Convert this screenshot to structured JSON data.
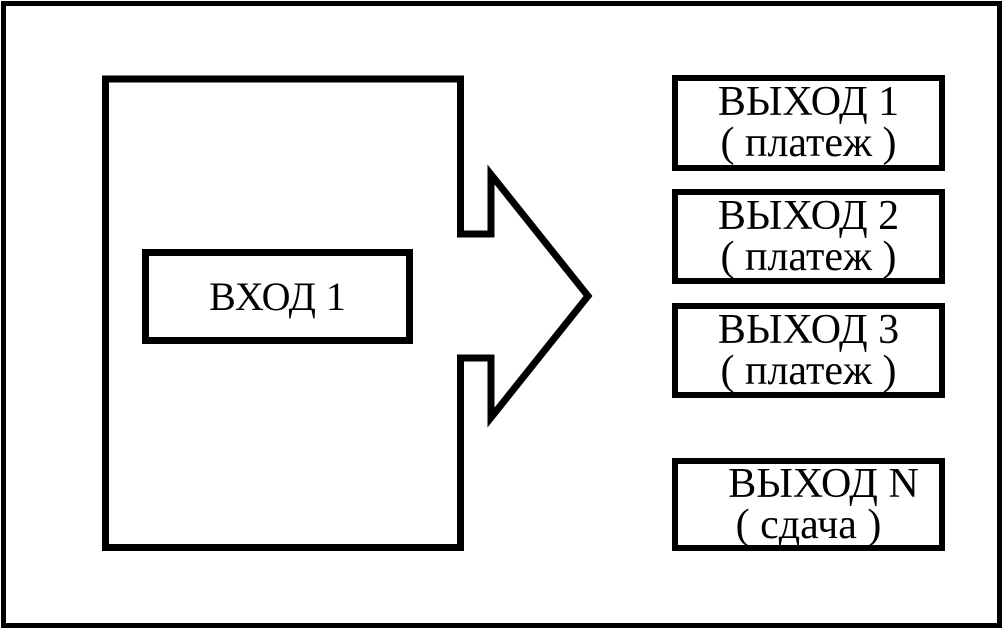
{
  "diagram": {
    "input_box": {
      "label": "ВХОД 1"
    },
    "output_boxes": [
      {
        "label": "ВЫХОД 1",
        "sublabel": "( платеж )"
      },
      {
        "label": "ВЫХОД 2",
        "sublabel": "( платеж )"
      },
      {
        "label": "ВЫХОД 3",
        "sublabel": "( платеж )"
      },
      {
        "label": "ВЫХОД N",
        "sublabel": "( сдача )"
      }
    ],
    "connector": {
      "icon": "right-arrow"
    },
    "colors": {
      "stroke": "#000000",
      "background": "#ffffff",
      "text": "#000000"
    }
  }
}
